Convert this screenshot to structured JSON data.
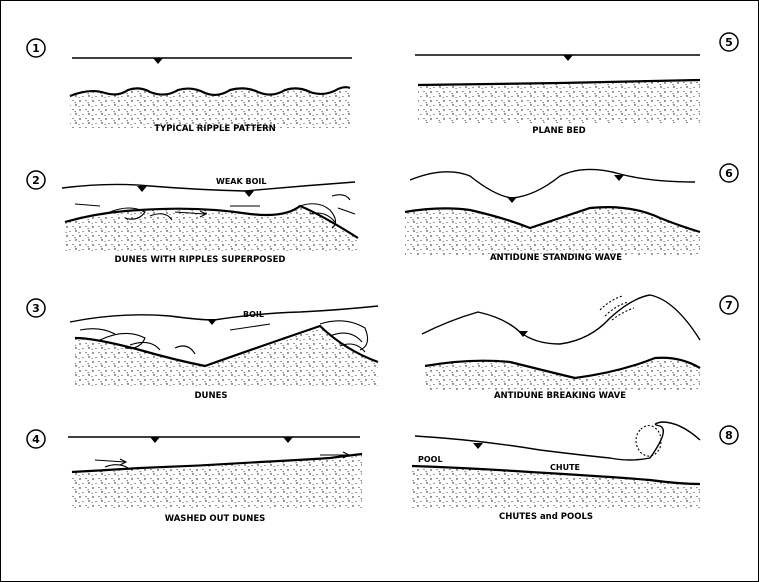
{
  "panels": [
    {
      "number": "1",
      "caption": "TYPICAL RIPPLE PATTERN",
      "label": ""
    },
    {
      "number": "2",
      "caption": "DUNES WITH RIPPLES SUPERPOSED",
      "label": "WEAK BOIL"
    },
    {
      "number": "3",
      "caption": "DUNES",
      "label": "BOIL"
    },
    {
      "number": "4",
      "caption": "WASHED OUT DUNES",
      "label": ""
    },
    {
      "number": "5",
      "caption": "PLANE BED",
      "label": ""
    },
    {
      "number": "6",
      "caption": "ANTIDUNE STANDING WAVE",
      "label": ""
    },
    {
      "number": "7",
      "caption": "ANTIDUNE BREAKING WAVE",
      "label": ""
    },
    {
      "number": "8",
      "caption": "CHUTES and POOLS",
      "label": "",
      "pool_label": "POOL",
      "chute_label": "CHUTE"
    }
  ]
}
